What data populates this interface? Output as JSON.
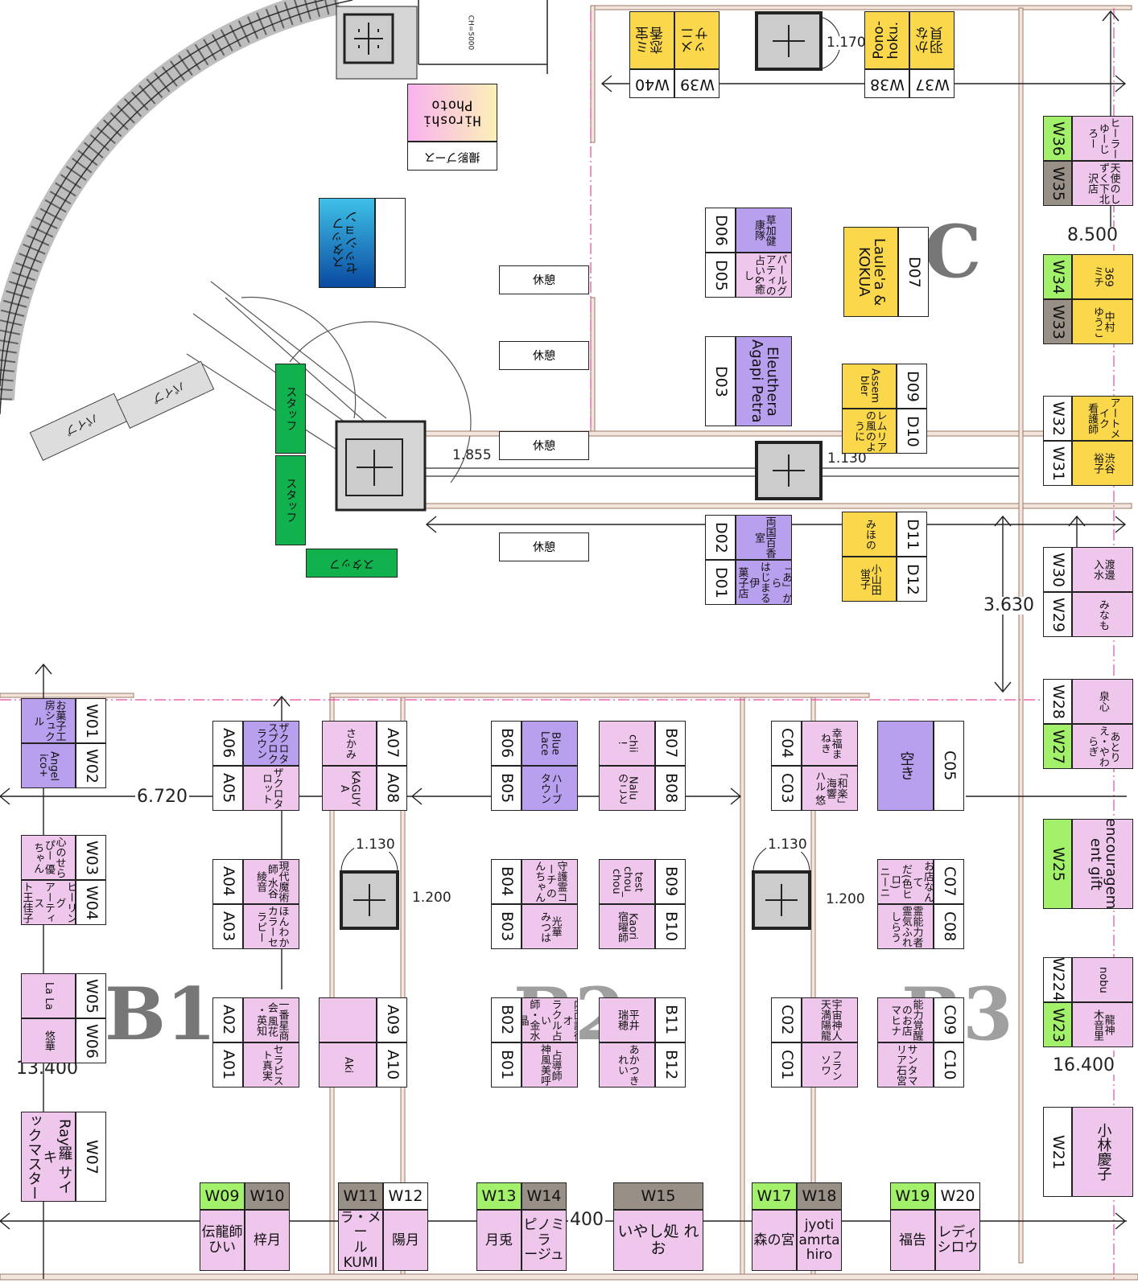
{
  "colors": {
    "pink": "#efc6ec",
    "purple": "#b9a0ef",
    "yellow": "#fbd84b",
    "green": "#a3f06a",
    "gray": "#988f87",
    "staff": "#11b14e",
    "blue": "#1176c2",
    "wall": "#c9a089",
    "pinkline": "#e64aa0"
  },
  "section_letters": {
    "c": "C",
    "b1": "B1",
    "b2": "B2",
    "b3": "B3"
  },
  "dimensions": [
    "1.170",
    "8.500",
    "1.855",
    "1.130",
    "3.630",
    "6.720",
    "1.130",
    "1.200",
    "1.130",
    "1.200",
    "13.400",
    "16.400",
    "400"
  ],
  "rest_label": "休憩",
  "staff_label": "スタッフ",
  "staff_session": "スタッフ\nセッション",
  "photo_booth": {
    "name": "Hiroshi\nPhoto",
    "label": "撮影ブース"
  },
  "pipe_label": "パイプ",
  "ch_label": "CH=5000",
  "booths": {
    "W40": {
      "code": "W40",
      "name": "ミ宝\n恋香"
    },
    "W39": {
      "code": "W39",
      "name": "メニ\nッサ"
    },
    "W38": {
      "code": "W38",
      "name": "Pono-\nhoku."
    },
    "W37": {
      "code": "W37",
      "name": "かな\n羽貝"
    },
    "W36": {
      "code": "W36",
      "name": "ヒーラー\nゆーじ\nろー"
    },
    "W35": {
      "code": "W35",
      "name": "天使のし\nずく下北\n沢店"
    },
    "W34": {
      "code": "W34",
      "name": "369\nミチ"
    },
    "W33": {
      "code": "W33",
      "name": "中村\nゆうこ"
    },
    "W32": {
      "code": "W32",
      "name": "アートメ\nイク\n看護師"
    },
    "W31": {
      "code": "W31",
      "name": "渋谷\n裕子"
    },
    "D06": {
      "code": "D06",
      "name": "草加健\n康隊"
    },
    "D05": {
      "code": "D05",
      "name": "パールグ\nアティの\n占い&癒し"
    },
    "D07": {
      "code": "D07",
      "name": "Laule'a &\nKOKUA"
    },
    "D03": {
      "code": "D03",
      "name": "Eleuthera\nAgapi Petra"
    },
    "D09": {
      "code": "D09",
      "name": "Assem\nbler"
    },
    "D10": {
      "code": "D10",
      "name": "レムリア\nの風のよ\nうに"
    },
    "D02": {
      "code": "D02",
      "name": "両国百香\n室"
    },
    "D01": {
      "code": "D01",
      "name": "「あ」から\nはじまる伊\n菓子店"
    },
    "D11": {
      "code": "D11",
      "name": "みほの"
    },
    "D12": {
      "code": "D12",
      "name": "小山田\n蛍子"
    },
    "W30": {
      "code": "W30",
      "name": "渡邊\n入水"
    },
    "W29": {
      "code": "W29",
      "name": "みなも"
    },
    "W28": {
      "code": "W28",
      "name": "泉心"
    },
    "W27": {
      "code": "W27",
      "name": "あとり\nえ・やわ\nらぎ"
    },
    "W25": {
      "code": "W25",
      "name": "encouragem\nent gift"
    },
    "W224": {
      "code": "W224",
      "name": "nobu"
    },
    "W23": {
      "code": "W23",
      "name": "龍神\n木音里"
    },
    "W21": {
      "code": "W21",
      "name": "小林慶子"
    },
    "W01": {
      "code": "W01",
      "name": "お菓子工\n房シュク\nル"
    },
    "W02": {
      "code": "W02",
      "name": "Angel\nico+"
    },
    "W03": {
      "code": "W03",
      "name": "心のせら\nぴー 優\nちゃん"
    },
    "W04": {
      "code": "W04",
      "name": "ヒーリング\nアーティス\nト王佳子"
    },
    "W05": {
      "code": "W05",
      "name": "La La"
    },
    "W06": {
      "code": "W06",
      "name": "悠華"
    },
    "W07": {
      "code": "W07",
      "name": "Ray羅 サイキ\nックマスター"
    },
    "A06": {
      "code": "A06",
      "name": "ザクロタ\nスプロク\nラウン"
    },
    "A05": {
      "code": "A05",
      "name": "ザクロタ\nロット"
    },
    "A07": {
      "code": "A07",
      "name": "さかみ"
    },
    "A08": {
      "code": "A08",
      "name": "KAGUY\nA"
    },
    "A04": {
      "code": "A04",
      "name": "現代魔術\n師 水谷\n綾音"
    },
    "A03": {
      "code": "A03",
      "name": "ほんわか\nカラーセ\nラピー"
    },
    "A02": {
      "code": "A02",
      "name": "一番星商\n会 風花\n・英知"
    },
    "A01": {
      "code": "A01",
      "name": "セラピス\nト真実"
    },
    "A09": {
      "code": "A09",
      "name": ""
    },
    "A10": {
      "code": "A10",
      "name": "Aki"
    },
    "B06": {
      "code": "B06",
      "name": "Blue\nLace"
    },
    "B05": {
      "code": "B05",
      "name": "ハーブ\nタウン"
    },
    "B07": {
      "code": "B07",
      "name": "chii\n!"
    },
    "B08": {
      "code": "B08",
      "name": "Nalu\nのこと"
    },
    "B04": {
      "code": "B04",
      "name": "守護霊コ\nーチ の\nんちゃん"
    },
    "B03": {
      "code": "B03",
      "name": "光華\nみつは"
    },
    "B09": {
      "code": "B09",
      "name": "test\nchou_\nchou"
    },
    "B10": {
      "code": "B10",
      "name": "Kaori\n宿曜師"
    },
    "B02": {
      "code": "B02",
      "name": "内面調律オ\nラクル占い\n師・金水晶"
    },
    "B01": {
      "code": "B01",
      "name": "占導師\n神風美呼"
    },
    "B11": {
      "code": "B11",
      "name": "平井\n瑞穂"
    },
    "B12": {
      "code": "B12",
      "name": "あかつき\nれい"
    },
    "C04": {
      "code": "C04",
      "name": "幸福ま\nねき"
    },
    "C03": {
      "code": "C03",
      "name": "「和楽」\n海響\nハル 悠\n"
    },
    "C05": {
      "code": "C05",
      "name": "空き"
    },
    "C07": {
      "code": "C07",
      "name": "お店なんて\nだ(色ヒロ)\nニーニ"
    },
    "C08": {
      "code": "C08",
      "name": "霊能力者\n霊気ふれ\nしらう"
    },
    "C02": {
      "code": "C02",
      "name": "宇宙神人\n天満陽龍"
    },
    "C01": {
      "code": "C01",
      "name": "フラン\nソワ"
    },
    "C09": {
      "code": "C09",
      "name": "能力覚醒\nのお店\nマヒナ"
    },
    "C10": {
      "code": "C10",
      "name": "サンタマ\nリア石宮"
    },
    "W09": {
      "code": "W09",
      "name": "伝龍師\nひい"
    },
    "W10": {
      "code": "W10",
      "name": "梓月"
    },
    "W11": {
      "code": "W11",
      "name": "ラ・メー\nル\nKUMI"
    },
    "W12": {
      "code": "W12",
      "name": "陽月"
    },
    "W13": {
      "code": "W13",
      "name": "月兎"
    },
    "W14": {
      "code": "W14",
      "name": "ピノミラ\nージュ"
    },
    "W15": {
      "code": "W15",
      "name": "いやし処 れお"
    },
    "W17": {
      "code": "W17",
      "name": "森の宮"
    },
    "W18": {
      "code": "W18",
      "name": "jyoti\namrta\nhiro"
    },
    "W19": {
      "code": "W19",
      "name": "福告"
    },
    "W20": {
      "code": "W20",
      "name": "レディ\nシロウ"
    }
  }
}
